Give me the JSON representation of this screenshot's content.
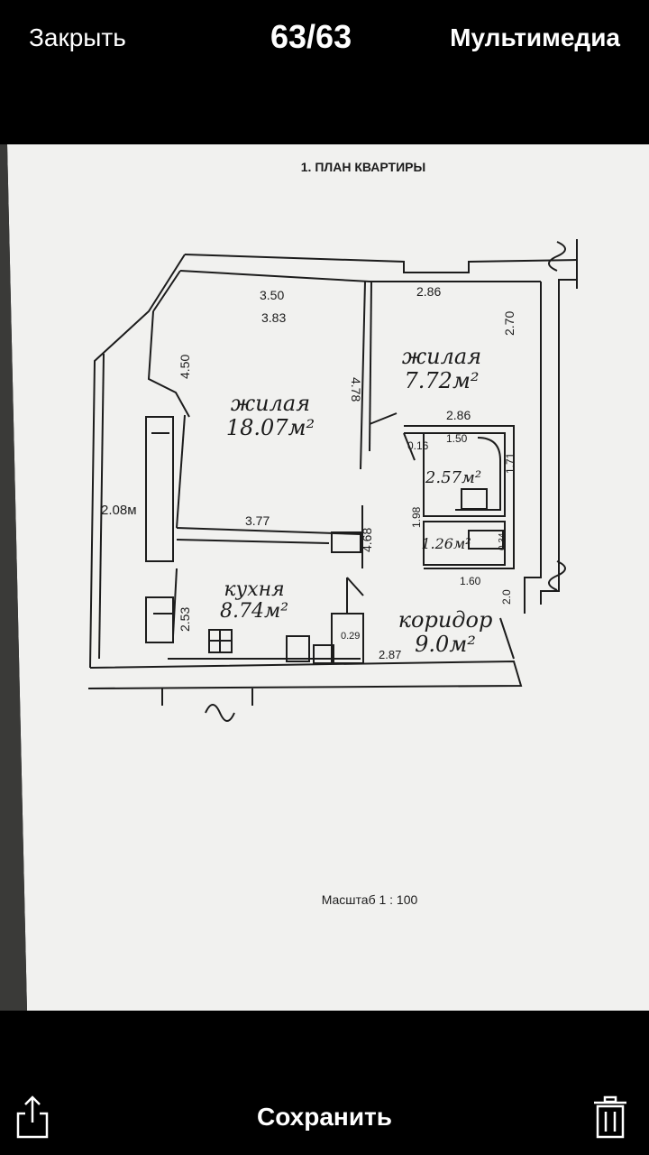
{
  "header": {
    "close_label": "Закрыть",
    "counter": "63/63",
    "media_label": "Мультимедиа"
  },
  "document": {
    "title": "1. ПЛАН КВАРТИРЫ",
    "scale": "Масштаб 1 : 100",
    "rooms": [
      {
        "name": "жилая",
        "area": "18.07м²"
      },
      {
        "name": "жилая",
        "area": "7.72м²"
      },
      {
        "name": "кухня",
        "area": "8.74м²"
      },
      {
        "name": "коридор",
        "area": "9.0м²"
      },
      {
        "name": "",
        "area": "2.57м²"
      },
      {
        "name": "",
        "area": "1.26м²"
      }
    ],
    "dimensions": [
      "3.50",
      "3.83",
      "2.86",
      "2.70",
      "4.50",
      "4.78",
      "2.86",
      "0.16",
      "1.50",
      "1.71",
      "1.98",
      "3.77",
      "4.68",
      "2.08м",
      "1.60",
      "2.0",
      "0.34",
      "2.53",
      "0.29",
      "2.87"
    ]
  },
  "footer": {
    "save_label": "Сохранить"
  },
  "icons": {
    "share": "share-icon",
    "trash": "trash-icon"
  },
  "colors": {
    "bar_bg": "#000000",
    "bar_text": "#ffffff",
    "paper": "#f2f2f0",
    "ink": "#1c1c1c"
  }
}
